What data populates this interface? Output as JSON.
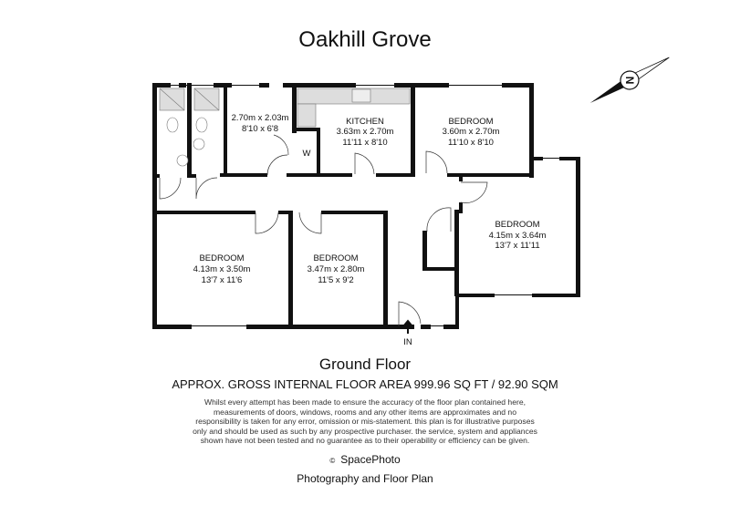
{
  "title": "Oakhill Grove",
  "rooms": [
    {
      "name": "",
      "metric": "2.70m x 2.03m",
      "imperial": "8'10 x 6'8"
    },
    {
      "name": "KITCHEN",
      "metric": "3.63m x 2.70m",
      "imperial": "11'11 x 8'10"
    },
    {
      "name": "BEDROOM",
      "metric": "3.60m x 2.70m",
      "imperial": "11'10 x 8'10"
    },
    {
      "name": "BEDROOM",
      "metric": "4.15m x 3.64m",
      "imperial": "13'7 x 11'11"
    },
    {
      "name": "BEDROOM",
      "metric": "4.13m x 3.50m",
      "imperial": "13'7 x 11'6"
    },
    {
      "name": "BEDROOM",
      "metric": "3.47m x 2.80m",
      "imperial": "11'5 x 9'2"
    }
  ],
  "wardrobe_label": "W",
  "entrance_label": "IN",
  "compass_label": "N",
  "floor_name": "Ground Floor",
  "area_text": "APPROX. GROSS INTERNAL FLOOR AREA 999.96 SQ FT / 92.90 SQM",
  "disclaimer": [
    "Whilst every attempt has been made to ensure the accuracy of the floor plan contained here,",
    "measurements of doors, windows, rooms and any other items are approximates and no",
    "responsibility is taken for any error, omission or mis-statement. this plan is for illustrative purposes",
    "only and should be used as such by any prospective purchaser. the service, system and appliances",
    "shown have not been tested and no guarantee as to their operability or efficiency can be given."
  ],
  "copyright_symbol": "©",
  "brand": "SpacePhoto",
  "tagline": "Photography and Floor Plan"
}
